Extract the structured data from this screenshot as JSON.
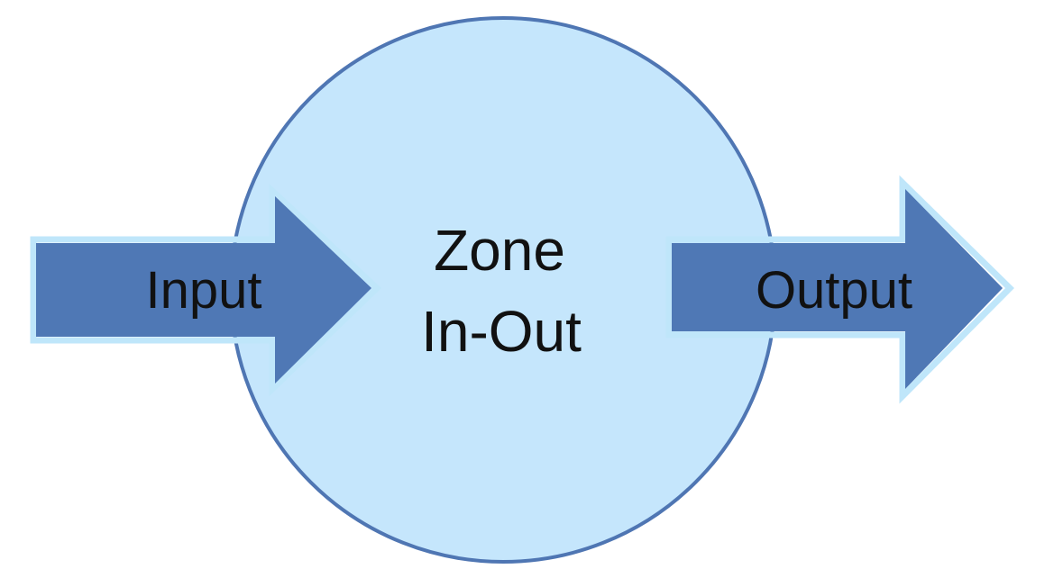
{
  "diagram": {
    "zone": {
      "line1": "Zone",
      "line2": "In-Out"
    },
    "input_label": "Input",
    "output_label": "Output"
  },
  "colors": {
    "zone_fill": "#c5e6fc",
    "zone_stroke": "#4f76b3",
    "arrow_fill": "#4f78b5",
    "arrow_glow": "#bfe6fa",
    "text": "#111111",
    "background": "#ffffff"
  }
}
